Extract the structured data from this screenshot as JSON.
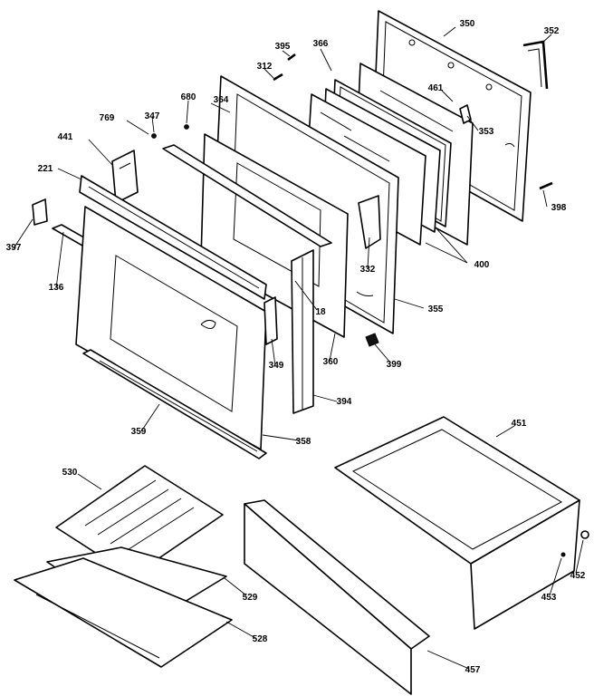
{
  "diagram": {
    "callouts": [
      {
        "id": "c350",
        "text": "350"
      },
      {
        "id": "c352",
        "text": "352"
      },
      {
        "id": "c395",
        "text": "395"
      },
      {
        "id": "c366",
        "text": "366"
      },
      {
        "id": "c312",
        "text": "312"
      },
      {
        "id": "c461",
        "text": "461"
      },
      {
        "id": "c353",
        "text": "353"
      },
      {
        "id": "c680",
        "text": "680"
      },
      {
        "id": "c364",
        "text": "364"
      },
      {
        "id": "c769",
        "text": "769"
      },
      {
        "id": "c347",
        "text": "347"
      },
      {
        "id": "c441",
        "text": "441"
      },
      {
        "id": "c221",
        "text": "221"
      },
      {
        "id": "c398",
        "text": "398"
      },
      {
        "id": "c397",
        "text": "397"
      },
      {
        "id": "c400",
        "text": "400"
      },
      {
        "id": "c332",
        "text": "332"
      },
      {
        "id": "c136",
        "text": "136"
      },
      {
        "id": "c18",
        "text": "18"
      },
      {
        "id": "c355",
        "text": "355"
      },
      {
        "id": "c349",
        "text": "349"
      },
      {
        "id": "c360",
        "text": "360"
      },
      {
        "id": "c399",
        "text": "399"
      },
      {
        "id": "c394",
        "text": "394"
      },
      {
        "id": "c359",
        "text": "359"
      },
      {
        "id": "c358",
        "text": "358"
      },
      {
        "id": "c451",
        "text": "451"
      },
      {
        "id": "c530",
        "text": "530"
      },
      {
        "id": "c452",
        "text": "452"
      },
      {
        "id": "c453",
        "text": "453"
      },
      {
        "id": "c529",
        "text": "529"
      },
      {
        "id": "c528",
        "text": "528"
      },
      {
        "id": "c457",
        "text": "457"
      }
    ]
  }
}
